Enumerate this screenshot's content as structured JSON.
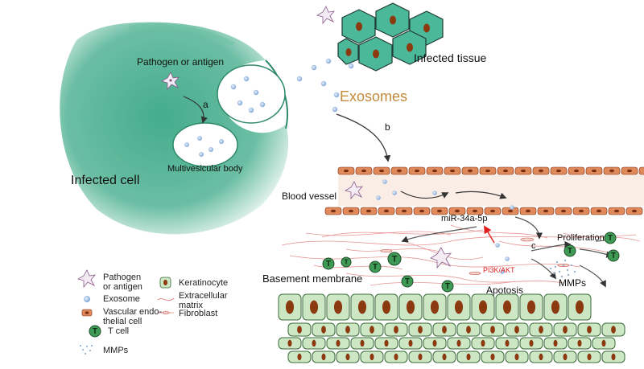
{
  "labels": {
    "pathogen_or_antigen": "Pathogen or antigen",
    "step_a": "a",
    "multivesicular_body": "Multivesicular body",
    "infected_cell": "Infected cell",
    "infected_tissue": "Infected tissue",
    "exosomes": "Exosomes",
    "step_b": "b",
    "blood_vessel": "Blood vessel",
    "mirna": "miR-34a-5p",
    "step_c": "c",
    "proliferation": "Proliferation",
    "pathway": "PI3K/AKT",
    "mmps": "MMPs",
    "basement_membrane": "Basement membrane",
    "apotosis": "Apotosis"
  },
  "legend": {
    "pathogen_line1": "Pathogen",
    "pathogen_line2": "or antigen",
    "exosome": "Exosome",
    "vascular_line1": "Vascular endo-",
    "vascular_line2": "thelial cell",
    "t_cell": "T cell",
    "mmps": "MMPs",
    "keratinocyte": "Keratinocyte",
    "ecm_line1": "Extracellular",
    "ecm_line2": "matrix",
    "fibroblast": "Fibroblast",
    "t_symbol": "T"
  },
  "colors": {
    "cell_green": "#3aa885",
    "tissue_fill": "#4cb89a",
    "vessel_cell": "#e08a5c",
    "vessel_nucleus": "#7a2e12",
    "keratinocyte_fill": "#cde6c4",
    "keratinocyte_nucleus": "#8b3a10",
    "t_cell": "#3f9a55",
    "exosome": "#7ea6d8",
    "exosomes_text": "#c28a3a",
    "pathway_text": "#e02020",
    "fiber": "#e07a7a"
  }
}
